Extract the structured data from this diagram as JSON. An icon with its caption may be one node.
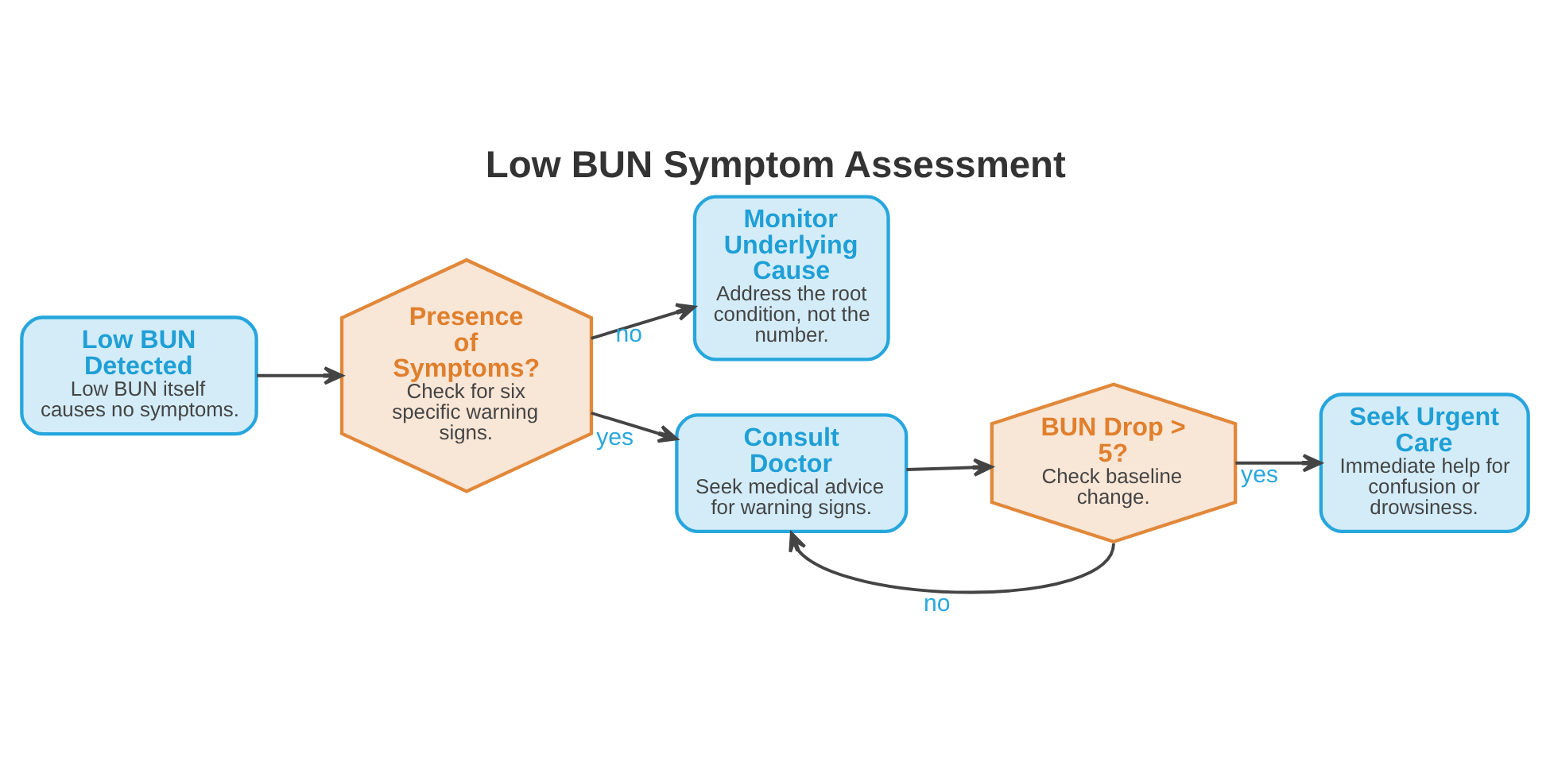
{
  "diagram": {
    "title": "Low BUN Symptom Assessment",
    "nodes": [
      {
        "text": [
          "Low BUN Detected",
          "Low BUN itself causes no symptoms."
        ]
      },
      {
        "text": [
          "Presence of Symptoms?",
          "Check for six specific warning signs."
        ]
      },
      {
        "text": [
          "Monitor Underlying Cause",
          "Address the root condition, not the number."
        ]
      },
      {
        "text": [
          "Consult Doctor",
          "Seek medical advice for warning signs."
        ]
      },
      {
        "text": [
          "BUN Drop > 5?",
          "Check baseline change."
        ]
      },
      {
        "text": [
          "Seek Urgent Care",
          "Immediate help for confusion or drowsiness."
        ]
      }
    ],
    "edges": [
      {
        "from": 0,
        "to": 1,
        "arrow": "to"
      },
      {
        "from": 1,
        "to": 2,
        "label": "no",
        "arrow": "to"
      },
      {
        "from": 1,
        "to": 3,
        "label": "yes",
        "arrow": "to"
      },
      {
        "from": 3,
        "to": 4,
        "arrow": "to"
      },
      {
        "from": 4,
        "to": 5,
        "label": "yes",
        "arrow": "to"
      },
      {
        "from": 4,
        "to": 3,
        "label": "no",
        "arrow": "to"
      }
    ]
  }
}
